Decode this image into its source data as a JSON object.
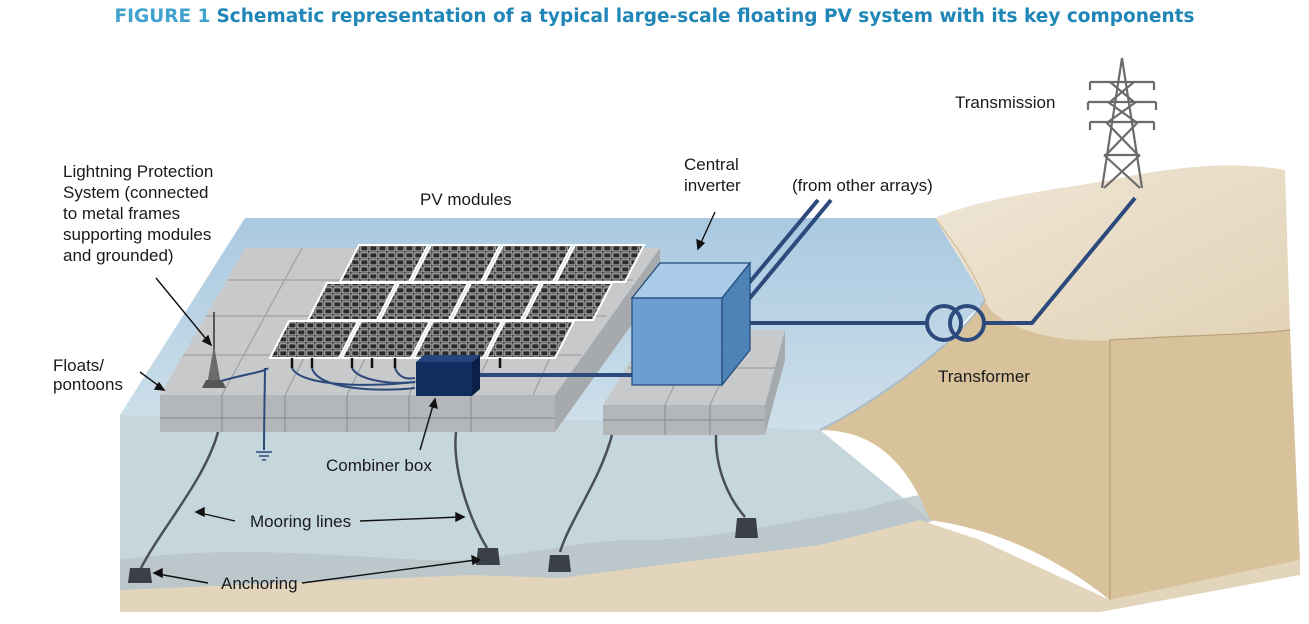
{
  "figure": {
    "number": "FIGURE 1",
    "title": "Schematic representation of a typical large-scale floating PV system with its key components"
  },
  "labels": {
    "lightning": [
      "Lightning Protection",
      "System (connected",
      "to metal frames",
      "supporting modules",
      "and grounded)"
    ],
    "pv_modules": "PV modules",
    "central_inverter": [
      "Central",
      "inverter"
    ],
    "from_other_arrays": "(from other arrays)",
    "transmission": "Transmission",
    "floats": [
      "Floats/",
      "pontoons"
    ],
    "transformer": "Transformer",
    "combiner_box": "Combiner box",
    "mooring_lines": "Mooring lines",
    "anchoring": "Anchoring"
  },
  "colors": {
    "title": "#1f86b7",
    "water": "#b7d3e6",
    "lakebed": "#b9c6cc",
    "sand": "#e8dcc7",
    "cliff": "#d9c4a0",
    "float": "#c4c6c8",
    "panel": "#1c1c1c",
    "cable": "#2c4a7c",
    "inverter": "#6aa0d0",
    "combiner": "#0f2d5e"
  }
}
